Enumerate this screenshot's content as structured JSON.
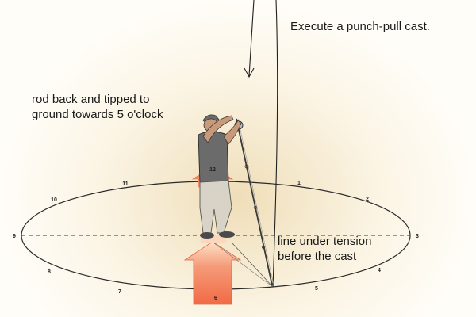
{
  "title": "Execute a punch-pull cast.",
  "rod_note": {
    "line1": "rod back and tipped to",
    "line2": "ground towards 5 o'clock"
  },
  "line_note": {
    "line1": "line under tension",
    "line2": "before the cast"
  },
  "clock_numbers": [
    "12",
    "1",
    "2",
    "3",
    "4",
    "5",
    "6",
    "7",
    "8",
    "9",
    "10",
    "11"
  ],
  "colors": {
    "arrow_fill": "#f07a5a",
    "arrow_light": "#fbd0b0",
    "ellipse": "#2b2b2b",
    "glow": "#e2c484"
  }
}
